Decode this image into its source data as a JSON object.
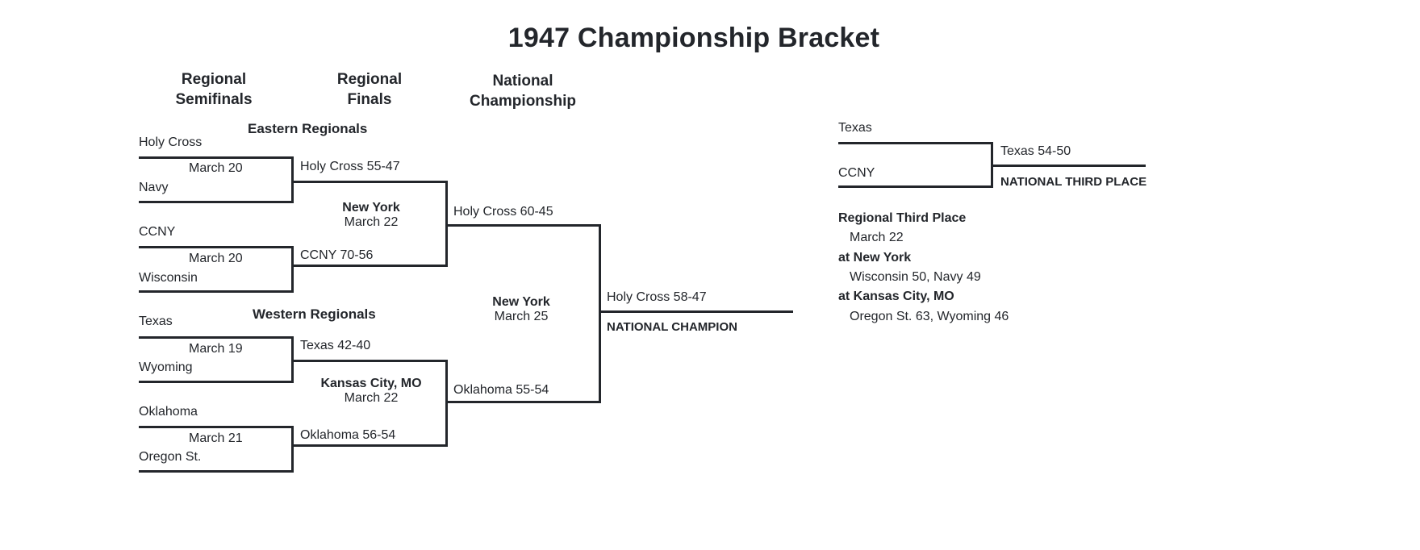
{
  "title": "1947 Championship Bracket",
  "headers": {
    "regional_semifinals_l1": "Regional",
    "regional_semifinals_l2": "Semifinals",
    "regional_finals_l1": "Regional",
    "regional_finals_l2": "Finals",
    "national_championship_l1": "National",
    "national_championship_l2": "Championship"
  },
  "regions": {
    "eastern": "Eastern Regionals",
    "western": "Western Regionals"
  },
  "semifinals": [
    {
      "top_team": "Holy Cross",
      "bottom_team": "Navy",
      "date": "March 20"
    },
    {
      "top_team": "CCNY",
      "bottom_team": "Wisconsin",
      "date": "March 20"
    },
    {
      "top_team": "Texas",
      "bottom_team": "Wyoming",
      "date": "March 19"
    },
    {
      "top_team": "Oklahoma",
      "bottom_team": "Oregon St.",
      "date": "March 21"
    }
  ],
  "regional_finals": [
    {
      "result": "Holy Cross 55-47"
    },
    {
      "result": "CCNY 70-56"
    },
    {
      "result": "Texas 42-40"
    },
    {
      "result": "Oklahoma 56-54"
    }
  ],
  "regional_final_sites": [
    {
      "site": "New York",
      "date": "March 22"
    },
    {
      "site": "Kansas City, MO",
      "date": "March 22"
    }
  ],
  "national_semifinals": [
    {
      "result": "Holy Cross 60-45"
    },
    {
      "result": "Oklahoma 55-54"
    }
  ],
  "final_site": {
    "site": "New York",
    "date": "March 25"
  },
  "champion": {
    "result": "Holy Cross 58-47",
    "label": "NATIONAL CHAMPION"
  },
  "third_place_game": {
    "top_team": "Texas",
    "bottom_team": "CCNY",
    "result": "Texas 54-50",
    "label": "NATIONAL THIRD PLACE"
  },
  "regional_third_place": {
    "heading": "Regional Third Place",
    "date": "March 22",
    "site_one": "at New York",
    "site_one_result": "Wisconsin 50, Navy 49",
    "site_two": "at Kansas City, MO",
    "site_two_result": "Oregon St. 63, Wyoming 46"
  },
  "colors": {
    "ink": "#23262b",
    "background": "#ffffff"
  }
}
